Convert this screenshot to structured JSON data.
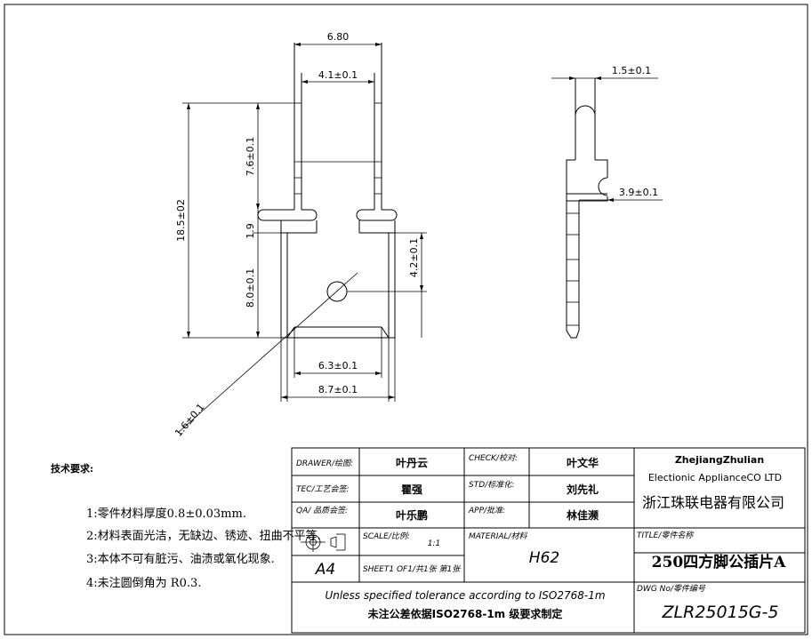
{
  "front_view": {
    "dim_overall_width": "6.80",
    "dim_slot_width": "4.1±0.1",
    "dim_upper_height": "7.6±0.1",
    "dim_total_height": "18.5±02",
    "dim_gap": "1.9",
    "dim_lower_height": "8.0±0.1",
    "dim_hole_offset": "4.2±0.1",
    "dim_inner_bottom": "6.3±0.1",
    "dim_bottom_width": "8.7±0.1",
    "dim_hole_dia": "1.6±0.1"
  },
  "side_view": {
    "dim_thickness": "1.5±0.1",
    "dim_step_width": "3.9±0.1"
  },
  "notes": {
    "title": "技术要求:",
    "items": [
      "1:零件材料厚度0.8±0.03mm.",
      "2:材料表面光洁，无缺边、锈迹、扭曲不平等.",
      "3:本体不可有脏污、油渍或氧化现象.",
      "4:未注圆倒角为 R0.3."
    ]
  },
  "title_block": {
    "drawer_label": "DRAWER/绘图:",
    "drawer_name": "叶丹云",
    "check_label": "CHECK/校对:",
    "check_name": "叶文华",
    "tec_label": "TEC/工艺会签:",
    "tec_name": "瞿强",
    "std_label": "STD/标准化:",
    "std_name": "刘先礼",
    "qa_label": "QA/ 品质会签:",
    "qa_name": "叶乐鹏",
    "app_label": "APP/批准:",
    "app_name": "林佳濒",
    "scale_label": "SCALE/比例:",
    "scale_value": "1:1",
    "material_label": "MATERIAL/材料",
    "material_value": "H62",
    "paper_size": "A4",
    "sheet_label": "SHEET1 OF1/共1张 第1张",
    "company_en_1": "ZhejiangZhulian",
    "company_en_2": "Electionic ApplianceCO LTD",
    "company_cn": "浙江珠联电器有限公司",
    "title_label": "TITLE/零件名称",
    "title_value": "250四方脚公插片A",
    "tolerance_en": "Unless specified tolerance according to ISO2768-1m",
    "tolerance_cn": "未注公差依据ISO2768-1m 级要求制定",
    "dwg_label": "DWG No/零件编号",
    "dwg_value": "ZLR25015G-5"
  }
}
